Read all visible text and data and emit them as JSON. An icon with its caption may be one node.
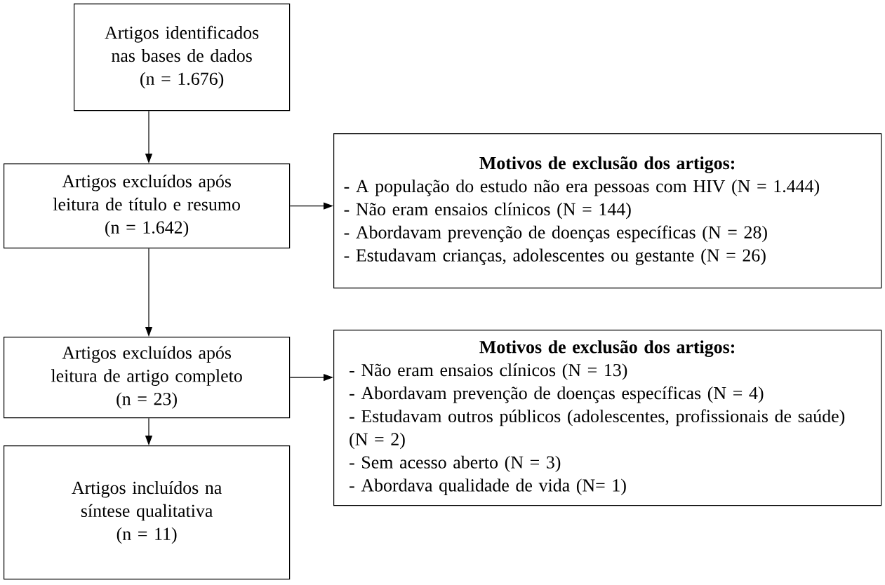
{
  "diagram": {
    "nodes": [
      {
        "text": [
          "Artigos identificados nas bases de dados",
          "(n = 1.676)"
        ]
      },
      {
        "text": [
          "Artigos excluídos após leitura de título e resumo",
          "(n = 1.642)"
        ]
      },
      {
        "text": [
          "Motivos de exclusão dos artigos:",
          "- A população do estudo não era pessoas com HIV (N = 1.444)",
          "- Não eram ensaios clínicos (N = 144)",
          "- Abordavam prevenção de doenças específicas (N = 28)",
          "- Estudavam crianças, adolescentes ou gestante (N = 26)"
        ]
      },
      {
        "text": [
          "Artigos excluídos após leitura de artigo completo",
          "(n = 23)"
        ]
      },
      {
        "text": [
          "Motivos de exclusão dos artigos:",
          "- Não eram ensaios clínicos (N = 13)",
          "- Abordavam prevenção de doenças específicas (N = 4)",
          "- Estudavam outros públicos (adolescentes, profissionais de saúde) (N = 2)",
          "- Sem acesso aberto (N = 3)",
          "- Abordava qualidade de vida (N= 1)"
        ]
      },
      {
        "text": [
          "Artigos incluídos na síntese qualitativa",
          "(n = 11)"
        ]
      }
    ],
    "edges": [
      {
        "from": 0,
        "to": 1,
        "arrow": "to"
      },
      {
        "from": 1,
        "to": 2,
        "arrow": "to"
      },
      {
        "from": 1,
        "to": 3,
        "arrow": "to"
      },
      {
        "from": 3,
        "to": 4,
        "arrow": "to"
      },
      {
        "from": 3,
        "to": 5,
        "arrow": "to"
      }
    ]
  }
}
